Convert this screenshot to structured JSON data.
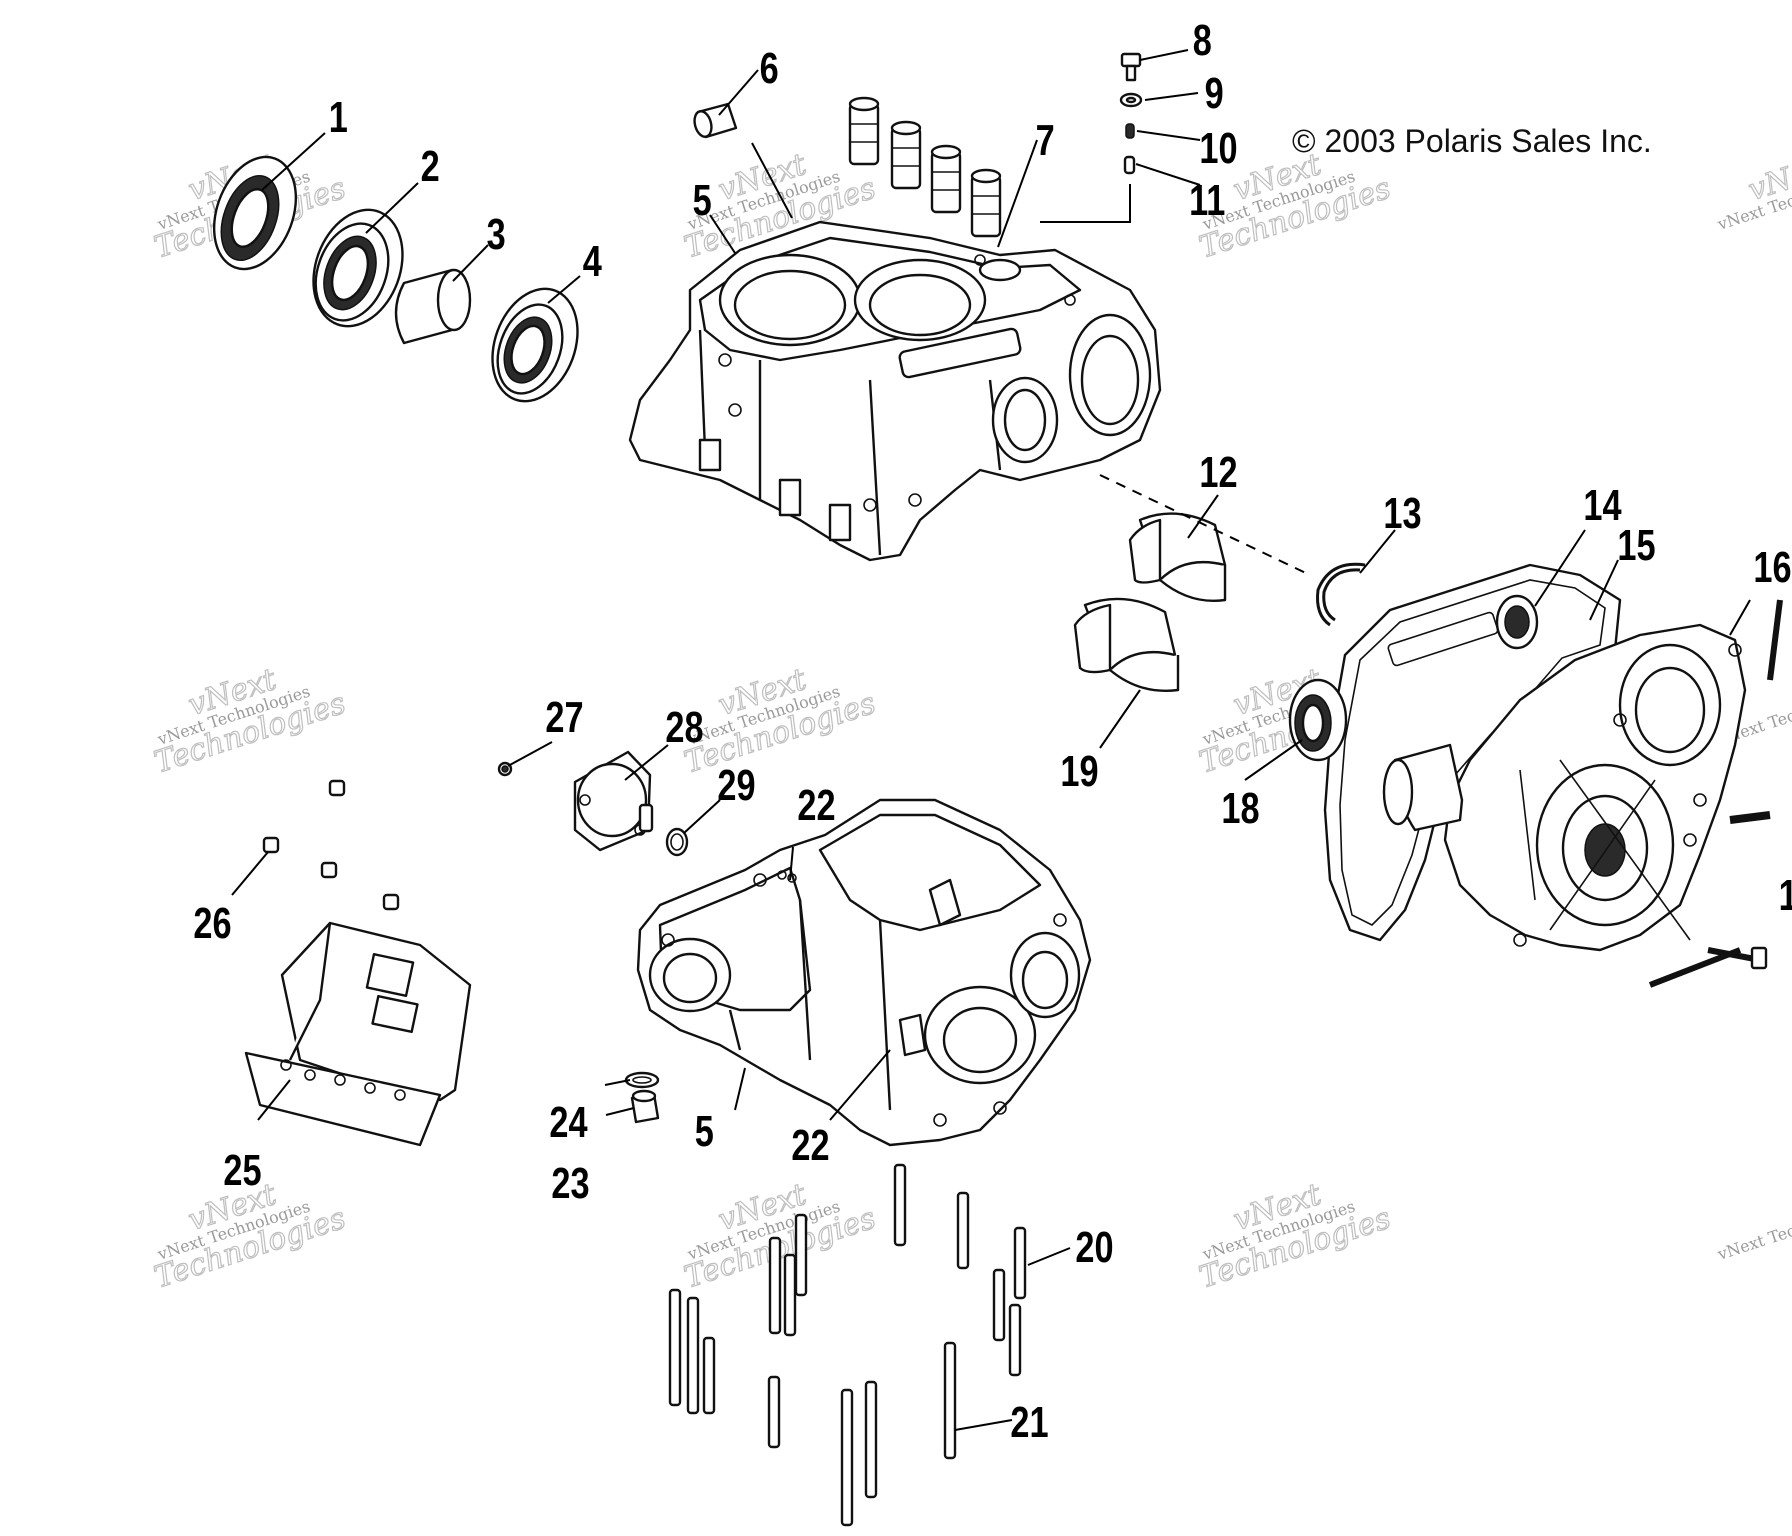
{
  "copyright": "© 2003 Polaris Sales Inc.",
  "watermark": {
    "line_small": "vNext Technologies",
    "line_big_a": "vNext",
    "line_big_b": "Technologies"
  },
  "callouts": [
    {
      "id": "c1",
      "text": "1"
    },
    {
      "id": "c2",
      "text": "2"
    },
    {
      "id": "c3",
      "text": "3"
    },
    {
      "id": "c4",
      "text": "4"
    },
    {
      "id": "c5a",
      "text": "5"
    },
    {
      "id": "c5b",
      "text": "5"
    },
    {
      "id": "c6",
      "text": "6"
    },
    {
      "id": "c7",
      "text": "7"
    },
    {
      "id": "c8",
      "text": "8"
    },
    {
      "id": "c9",
      "text": "9"
    },
    {
      "id": "c10",
      "text": "10"
    },
    {
      "id": "c11",
      "text": "11"
    },
    {
      "id": "c12",
      "text": "12"
    },
    {
      "id": "c13",
      "text": "13"
    },
    {
      "id": "c14",
      "text": "14"
    },
    {
      "id": "c15",
      "text": "15"
    },
    {
      "id": "c16",
      "text": "16"
    },
    {
      "id": "c17",
      "text": "1"
    },
    {
      "id": "c18",
      "text": "18"
    },
    {
      "id": "c19",
      "text": "19"
    },
    {
      "id": "c20",
      "text": "20"
    },
    {
      "id": "c21",
      "text": "21"
    },
    {
      "id": "c22a",
      "text": "22"
    },
    {
      "id": "c22b",
      "text": "22"
    },
    {
      "id": "c23",
      "text": "23"
    },
    {
      "id": "c24",
      "text": "24"
    },
    {
      "id": "c25",
      "text": "25"
    },
    {
      "id": "c26",
      "text": "26"
    },
    {
      "id": "c27",
      "text": "27"
    },
    {
      "id": "c28",
      "text": "28"
    },
    {
      "id": "c29",
      "text": "29"
    }
  ]
}
